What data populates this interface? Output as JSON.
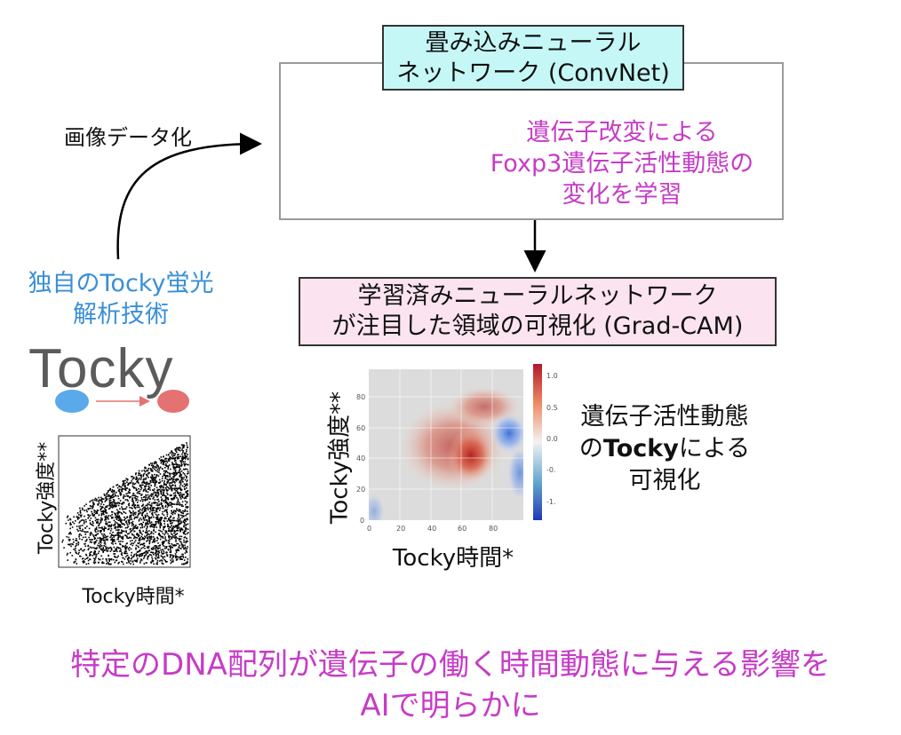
{
  "convnet": {
    "title_line1": "畳み込みニューラル",
    "title_line2": "ネットワーク (ConvNet)",
    "learn_line1": "遺伝子改変による",
    "learn_line2": "Foxp3遺伝子活性動態の",
    "learn_line3": "変化を学習"
  },
  "image_data_label": "画像データ化",
  "tocky_tech": {
    "line1": "独自のTocky蛍光",
    "line2": "解析技術"
  },
  "logo": {
    "text": "Tocky"
  },
  "gradcam": {
    "line1": "学習済みニューラルネットワーク",
    "line2": "が注目した領域の可視化 (Grad-CAM)"
  },
  "small_plot": {
    "xlabel": "Tocky時間*",
    "ylabel": "Tocky強度**"
  },
  "gradcam_plot": {
    "xlabel": "Tocky時間*",
    "ylabel": "Tocky強度**",
    "x_ticks": [
      "0",
      "20",
      "40",
      "60",
      "80"
    ],
    "y_ticks": [
      "0",
      "20",
      "40",
      "60",
      "80"
    ],
    "colorbar_ticks": [
      "1.0",
      "0.5",
      "0.0",
      "-0.",
      "-1."
    ]
  },
  "right_caption": {
    "line1": "遺伝子活性動態",
    "line2_prefix": "の",
    "line2_bold": "Tocky",
    "line2_suffix": "による",
    "line3": "可視化"
  },
  "bottom": {
    "line1": "特定のDNA配列が遺伝子の働く時間動態に与える影響を",
    "line2": "AIで明らかに"
  },
  "colors": {
    "cyan_box": "#c6f7f7",
    "pink_box": "#fbe3ef",
    "magenta_text": "#c63cc6",
    "blue_text": "#3a8fd8",
    "logo_blue": "#5aa9ea",
    "logo_red": "#e47272"
  }
}
